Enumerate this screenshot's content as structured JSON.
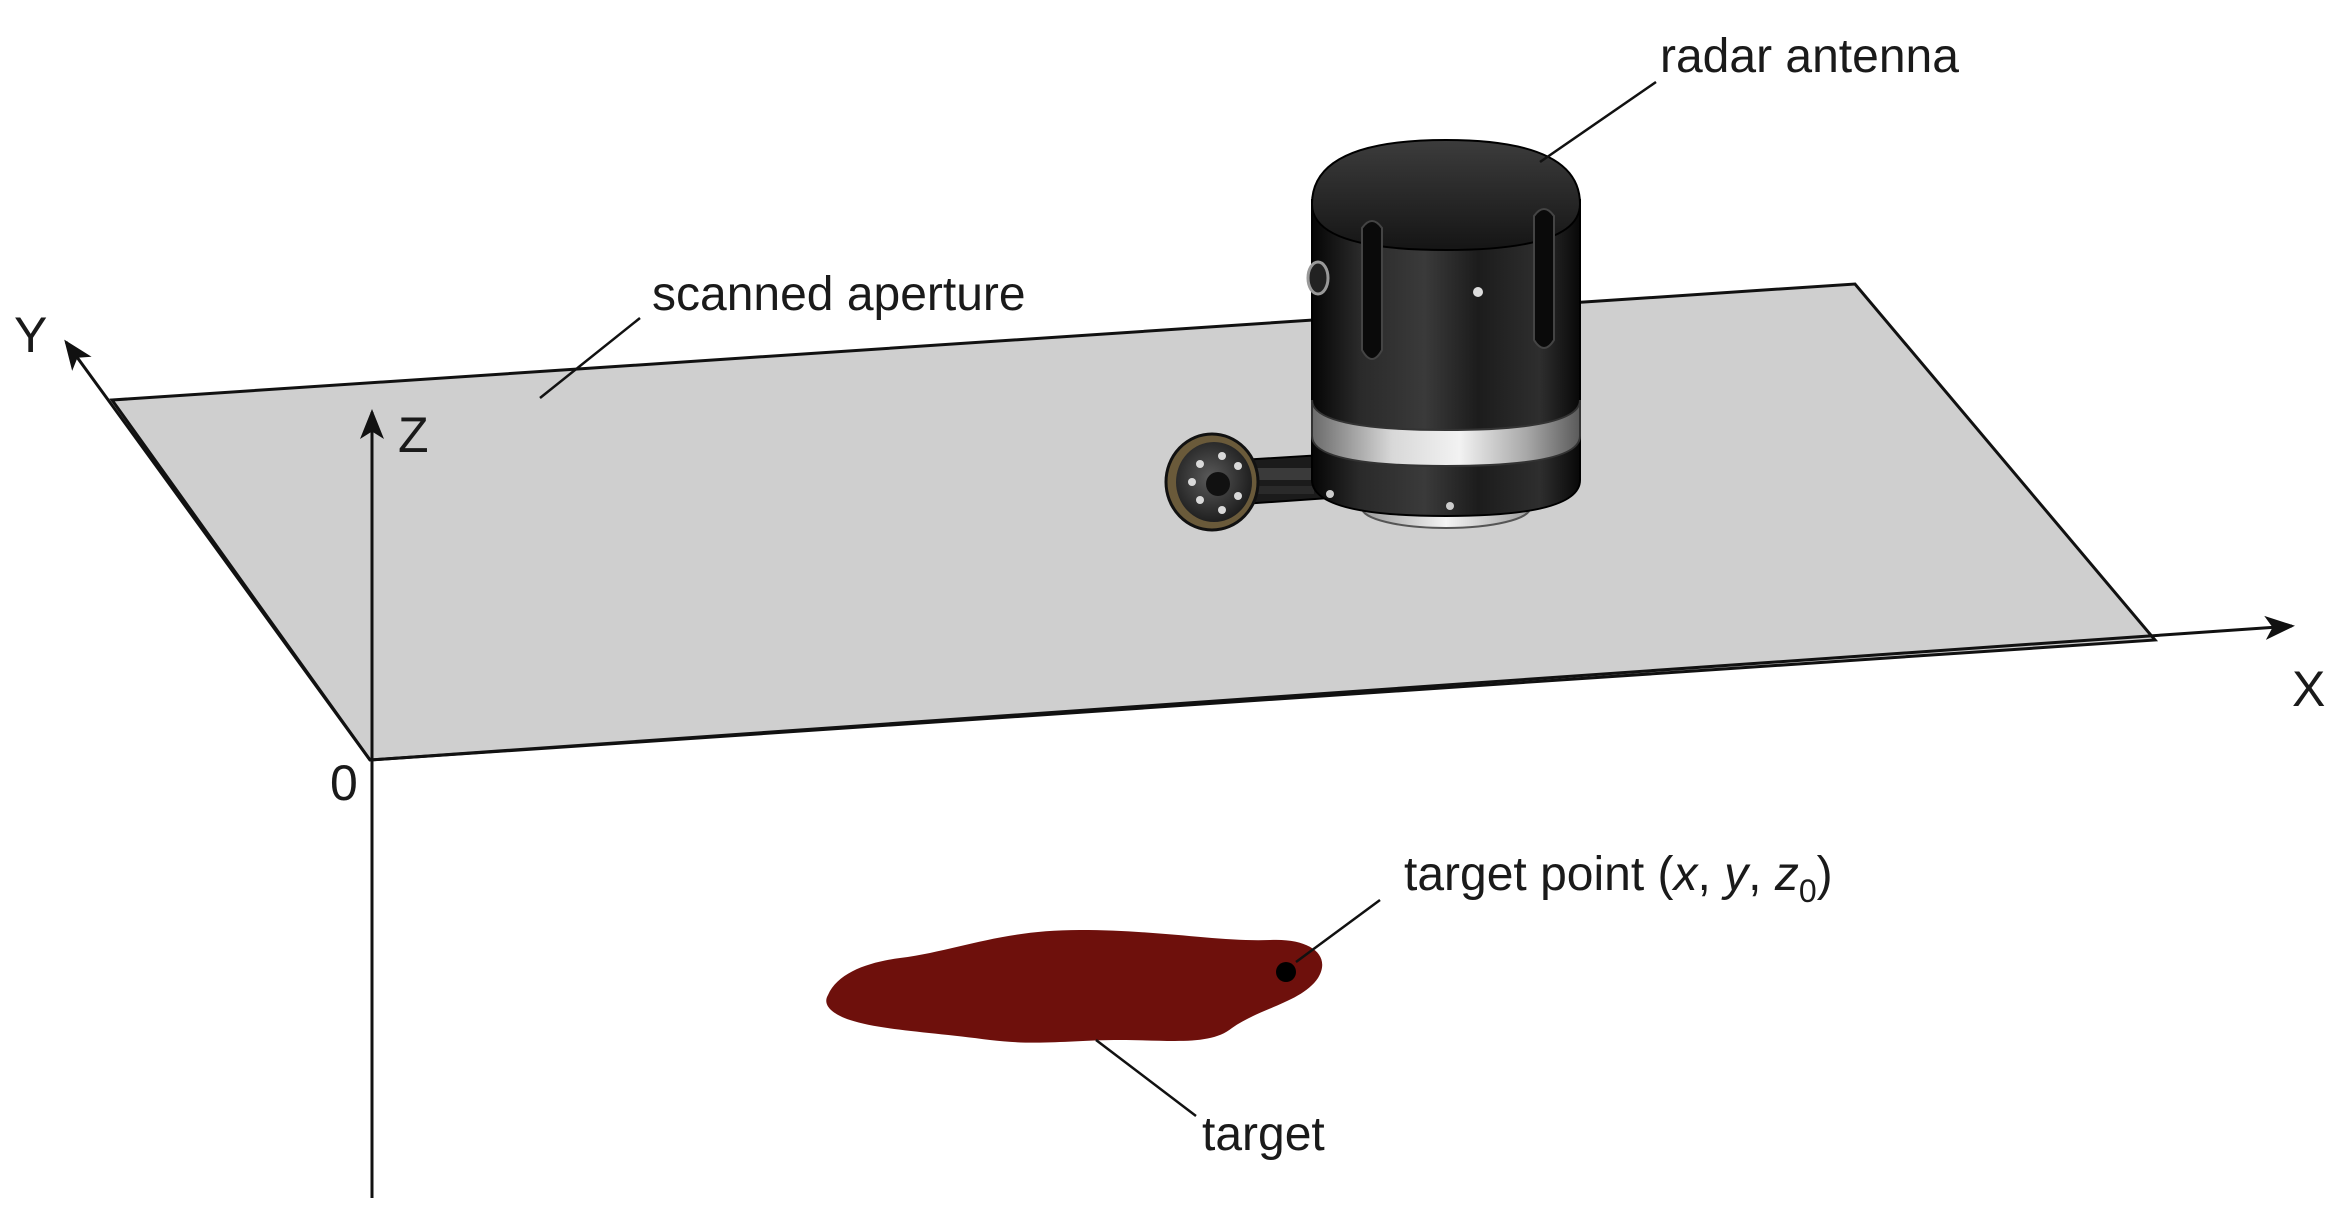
{
  "axes": {
    "x_label": "X",
    "y_label": "Y",
    "z_label": "Z",
    "origin_label": "0"
  },
  "labels": {
    "radar_antenna": "radar antenna",
    "scanned_aperture": "scanned aperture",
    "target": "target",
    "target_point_prefix": "target point (",
    "target_point_x": "x",
    "target_point_sep1": ", ",
    "target_point_y": "y",
    "target_point_sep2": ", ",
    "target_point_z": "z",
    "target_point_z_sub": "0",
    "target_point_suffix": ")"
  },
  "colors": {
    "aperture_fill": "#cfcfcf",
    "target_fill": "#6e100c",
    "antenna_body": "#141414",
    "line": "#111111"
  }
}
